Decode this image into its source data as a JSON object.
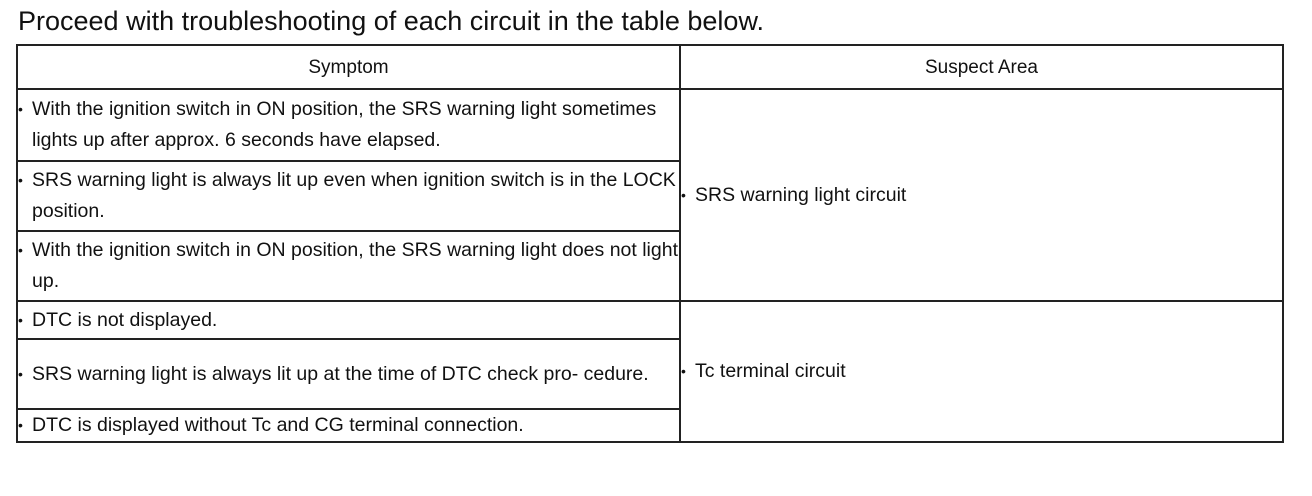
{
  "intro": "Proceed with troubleshooting of each circuit in the table below.",
  "table": {
    "headers": {
      "symptom": "Symptom",
      "suspect_area": "Suspect Area"
    },
    "groups": [
      {
        "suspect_area": "SRS warning light circuit",
        "symptoms": [
          "With the ignition switch in ON position, the SRS warning light sometimes lights up after approx. 6 seconds have elapsed.",
          "SRS warning light is always lit up even when ignition switch is in the LOCK position.",
          "With the ignition switch in ON position, the SRS warning light does not light up."
        ]
      },
      {
        "suspect_area": "Tc terminal circuit",
        "symptoms": [
          "DTC is not displayed.",
          "SRS warning light is always lit up at the time of DTC check pro- cedure.",
          "DTC is displayed without Tc and CG terminal connection."
        ]
      }
    ]
  }
}
